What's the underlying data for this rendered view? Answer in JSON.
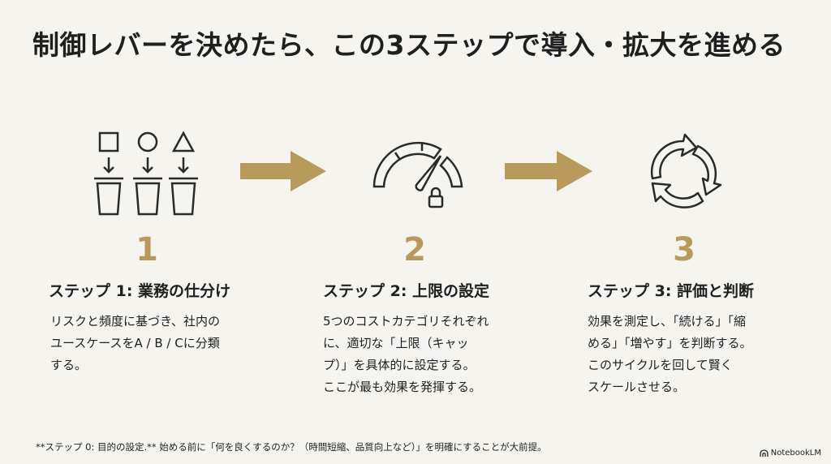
{
  "title": "制御レバーを決めたら、この3ステップで導入・拡大を進める",
  "steps": [
    {
      "number": "1",
      "heading": "ステップ 1: 業務の仕分け",
      "desc": [
        "リスクと頻度に基づき、社内の",
        "ユースケースをA / B / Cに分類",
        "する。"
      ],
      "icon": "sorting-bins-icon"
    },
    {
      "number": "2",
      "heading": "ステップ 2: 上限の設定",
      "desc": [
        "5つのコストカテゴリそれぞれ",
        "に、適切な「上限（キャッ",
        "プ）」を具体的に設定する。",
        "ここが最も効果を発揮する。"
      ],
      "icon": "gauge-lock-icon"
    },
    {
      "number": "3",
      "heading": "ステップ 3: 評価と判断",
      "desc": [
        "効果を測定し、「続ける」「縮",
        "める」「増やす」を判断する。",
        "このサイクルを回して賢く",
        "スケールさせる。"
      ],
      "icon": "cycle-arrows-icon"
    }
  ],
  "footer": "**ステップ 0: 目的の設定.** 始める前に「何を良くするのか？（時間短縮、品質向上など）」を明確にすることが大前提。",
  "brand": "NotebookLM",
  "colors": {
    "accent": "#b79a5c",
    "background": "#f6f4ef",
    "text": "#1f1f1f"
  }
}
